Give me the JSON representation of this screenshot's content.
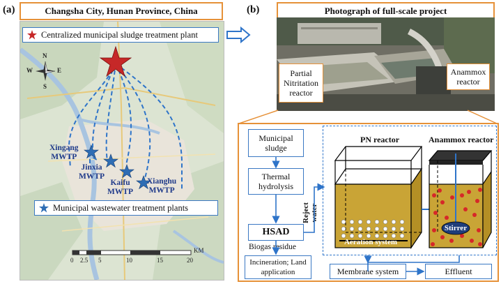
{
  "panel_a": {
    "label": "(a)",
    "title": "Changsha City, Hunan Province, China",
    "legend_plant": "Centralized municipal sludge treatment plant",
    "legend_mwtp": "Municipal wastewater treatment plants",
    "compass": {
      "n": "N",
      "s": "S",
      "e": "E",
      "w": "W"
    },
    "plants": [
      {
        "name": "Xingang",
        "suffix": "MWTP"
      },
      {
        "name": "Jinxia",
        "suffix": "MWTP"
      },
      {
        "name": "Kaifu",
        "suffix": "MWTP"
      },
      {
        "name": "Xianghu",
        "suffix": "MWTP"
      }
    ],
    "scale": {
      "unit": "KM",
      "ticks": [
        "0",
        "2.5",
        "5",
        "10",
        "15",
        "20"
      ]
    }
  },
  "panel_b": {
    "label": "(b)",
    "title": "Photograph of full-scale project",
    "photo_label_left": "Partial Nitritation reactor",
    "photo_label_right": "Anammox reactor",
    "flow": {
      "municipal_sludge": "Municipal sludge",
      "thermal_hydrolysis": "Thermal hydrolysis",
      "hsad": "HSAD",
      "reject_water": "Reject water",
      "biogas_residue": "Biogas residue",
      "incineration": "Incineration; Land application",
      "pn_reactor": "PN reactor",
      "anammox_reactor": "Anammox reactor",
      "aeration": "Aeration system",
      "stirrer": "Stirrer",
      "membrane": "Membrane system",
      "effluent": "Effluent"
    }
  },
  "colors": {
    "orange": "#e69138",
    "blue": "#3a78c3",
    "dashed_route": "#2e74c9",
    "star_plant": "#c62828",
    "star_mwtp": "#2e6db4"
  }
}
